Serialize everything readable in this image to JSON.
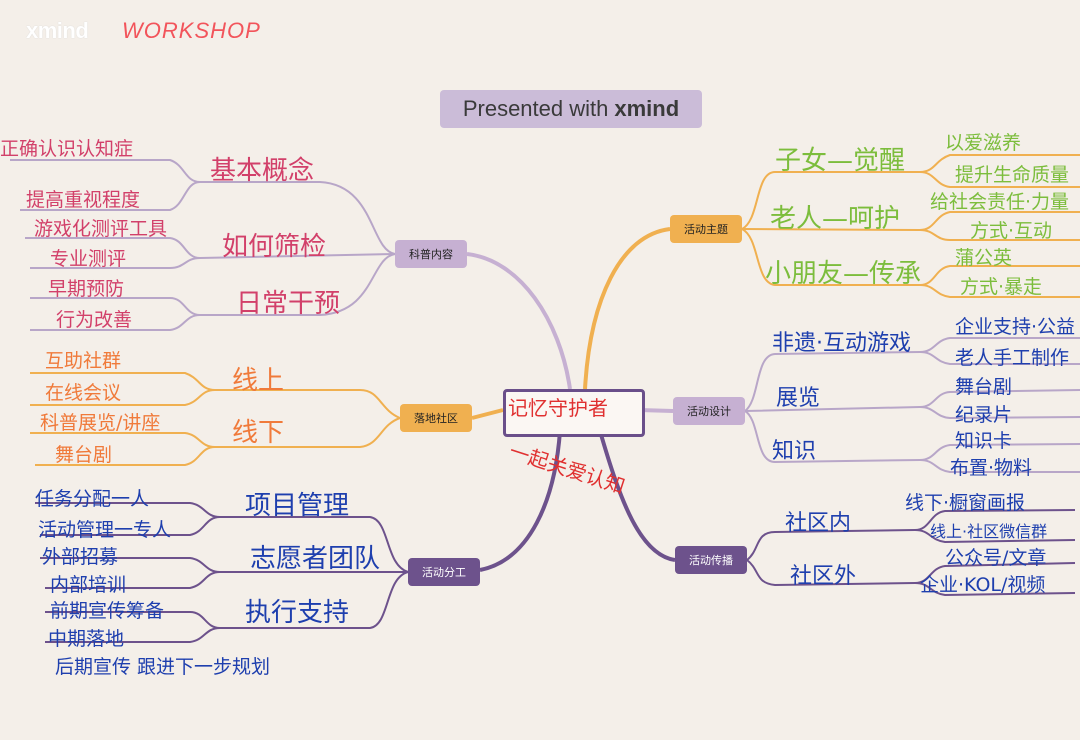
{
  "header": {
    "logo": "xmind",
    "workshop": "WORKSHOP"
  },
  "badge": {
    "prefix": "Presented with",
    "brand": "xmind"
  },
  "center": {
    "line1": "记忆守护者",
    "line2": "一起关爱认知"
  },
  "colors": {
    "pink": "#d2406a",
    "orange": "#f07a3a",
    "blue": "#1e3fae",
    "green": "#7cbd3c",
    "purple": "#6d528c",
    "light_purple": "#c6b0d2",
    "orange_node": "#f0b050"
  },
  "branches": {
    "kepu": {
      "label": "科普内容",
      "subs": [
        "基本概念",
        "如何筛检",
        "日常干预"
      ],
      "leaves": [
        "正确认识认知症",
        "提高重视程度",
        "游戏化测评工具",
        "专业测评",
        "早期预防",
        "行为改善"
      ]
    },
    "luodi": {
      "label": "落地社区",
      "subs": [
        "线上",
        "线下"
      ],
      "leaves": [
        "互助社群",
        "在线会议",
        "科普展览/讲座",
        "舞台剧"
      ]
    },
    "fengong": {
      "label": "活动分工",
      "subs": [
        "项目管理",
        "志愿者团队",
        "执行支持"
      ],
      "leaves": [
        "任务分配一人",
        "活动管理一专人",
        "外部招募",
        "内部培训",
        "前期宣传筹备",
        "中期落地",
        "后期宣传 跟进下一步规划"
      ]
    },
    "zhuti": {
      "label": "活动主题",
      "subs": [
        "子女—觉醒",
        "老人—呵护",
        "小朋友—传承"
      ],
      "leaves": [
        "以爱滋养",
        "提升生命质量",
        "给社会责任·力量",
        "方式·互动",
        "蒲公英",
        "方式·暴走"
      ]
    },
    "sheji": {
      "label": "活动设计",
      "subs": [
        "非遗·互动游戏",
        "展览",
        "知识"
      ],
      "leaves": [
        "企业支持·公益",
        "老人手工制作",
        "舞台剧",
        "纪录片",
        "知识卡",
        "布置·物料"
      ]
    },
    "chuanbo": {
      "label": "活动传播",
      "subs": [
        "社区内",
        "社区外"
      ],
      "leaves": [
        "线下·橱窗画报",
        "线上·社区微信群",
        "公众号/文章",
        "企业·KOL/视频"
      ]
    }
  }
}
